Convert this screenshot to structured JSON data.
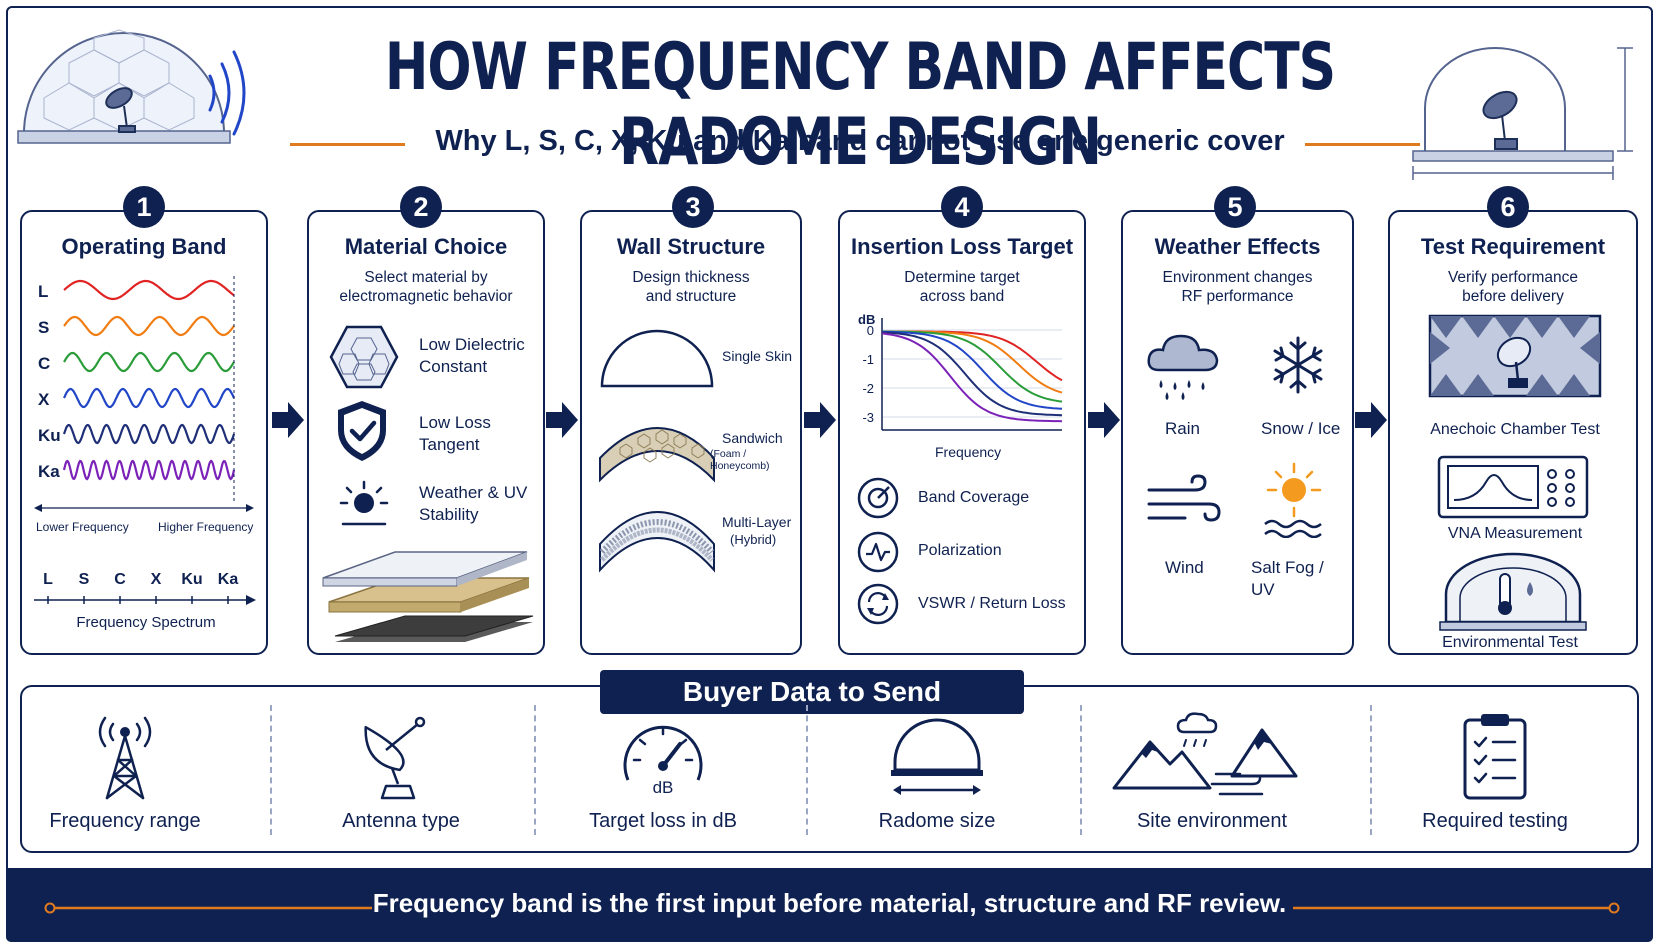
{
  "header": {
    "title": "HOW FREQUENCY BAND AFFECTS RADOME DESIGN",
    "subtitle": "Why L, S, C, X, Ku and Ka band cannot use one generic cover"
  },
  "steps": [
    {
      "num": "1",
      "title": "Operating Band",
      "bands": [
        "L",
        "S",
        "C",
        "X",
        "Ku",
        "Ka"
      ],
      "band_colors": [
        "#e02424",
        "#f07c12",
        "#2a9d3a",
        "#2146c7",
        "#1e2f78",
        "#7b22b8"
      ],
      "lower_label": "Lower Frequency",
      "higher_label": "Higher Frequency",
      "spectrum_bands": [
        "L",
        "S",
        "C",
        "X",
        "Ku",
        "Ka"
      ],
      "spectrum_label": "Frequency Spectrum"
    },
    {
      "num": "2",
      "title": "Material Choice",
      "subtitle": "Select material by\nelectromagnetic behavior",
      "items": [
        "Low Dielectric\nConstant",
        "Low Loss\nTangent",
        "Weather & UV\nStability"
      ]
    },
    {
      "num": "3",
      "title": "Wall Structure",
      "subtitle": "Design thickness\nand structure",
      "items": [
        {
          "label": "Single Skin",
          "note": ""
        },
        {
          "label": "Sandwich",
          "note": "(Foam / Honeycomb)"
        },
        {
          "label": "Multi-Layer",
          "note": "(Hybrid)"
        }
      ]
    },
    {
      "num": "4",
      "title": "Insertion Loss Target",
      "subtitle": "Determine target\nacross band",
      "chart": {
        "ylabel": "dB",
        "ticks": [
          "0",
          "-1",
          "-2",
          "-3"
        ],
        "xlabel": "Frequency"
      },
      "items": [
        "Band Coverage",
        "Polarization",
        "VSWR / Return Loss"
      ]
    },
    {
      "num": "5",
      "title": "Weather Effects",
      "subtitle": "Environment changes\nRF performance",
      "items": [
        "Rain",
        "Snow / Ice",
        "Wind",
        "Salt Fog / UV"
      ]
    },
    {
      "num": "6",
      "title": "Test Requirement",
      "subtitle": "Verify performance\nbefore delivery",
      "items": [
        "Anechoic Chamber Test",
        "VNA Measurement",
        "Environmental Test"
      ]
    }
  ],
  "buyer": {
    "title": "Buyer Data to Send",
    "items": [
      {
        "label": "Frequency range",
        "icon": "antenna-tower-icon"
      },
      {
        "label": "Antenna type",
        "icon": "satellite-dish-icon"
      },
      {
        "label": "Target loss in dB",
        "icon": "gauge-icon",
        "gauge_text": "dB"
      },
      {
        "label": "Radome size",
        "icon": "radome-size-icon"
      },
      {
        "label": "Site environment",
        "icon": "mountains-icon"
      },
      {
        "label": "Required testing",
        "icon": "clipboard-checklist-icon"
      }
    ]
  },
  "footer": {
    "text": "Frequency band is the first input before material, structure and RF review."
  },
  "colors": {
    "navy": "#0f2150",
    "accent_orange": "#e07a1f",
    "sun_orange": "#f39a1f"
  }
}
